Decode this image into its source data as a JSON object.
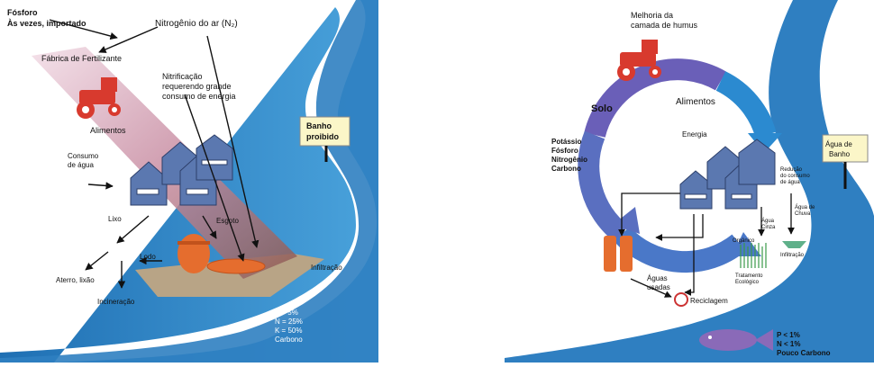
{
  "left": {
    "source_line1": "Fósforo",
    "source_line2": "Às vezes, importado",
    "nitrogen_air": "Nitrogênio do ar (N₂)",
    "fertilizer_factory": "Fábrica de Fertilizante",
    "nitrification_line1": "Nitrificação",
    "nitrification_line2": "requerendo grande",
    "nitrification_line3": "consumo de energia",
    "food": "Alimentos",
    "water_consumption_line1": "Consumo",
    "water_consumption_line2": "de água",
    "trash": "Lixo",
    "sewage": "Esgoto",
    "sludge": "Lodo",
    "landfill": "Aterro, lixão",
    "incineration": "Incineração",
    "infiltration": "Infiltração",
    "bathing_banned_line1": "Banho",
    "bathing_banned_line2": "proibido",
    "river_stats": [
      "P = 5%",
      "N = 25%",
      "K = 50%",
      "Carbono"
    ]
  },
  "right": {
    "humus_line1": "Melhoria da",
    "humus_line2": "camada de humus",
    "soil": "Solo",
    "food": "Alimentos",
    "energy": "Energia",
    "nutrients": [
      "Potássio",
      "Fósforo",
      "Nitrogênio",
      "Carbono"
    ],
    "bathing_water_line1": "Água de",
    "bathing_water_line2": "Banho",
    "reduced_water_line1": "Redução",
    "reduced_water_line2": "do consumo",
    "reduced_water_line3": "de água",
    "rain_water_line1": "Água de",
    "rain_water_line2": "Chuva",
    "grey_water_line1": "Água",
    "grey_water_line2": "Cinza",
    "organic": "Orgânico",
    "infiltration": "Infiltração",
    "eco_treatment_line1": "Tratamento",
    "eco_treatment_line2": "Ecológico",
    "waste_water_line1": "Águas",
    "waste_water_line2": "usadas",
    "recycling": "Reciclagem",
    "river_stats": [
      "P < 1%",
      "N < 1%",
      "Pouco Carbono"
    ]
  },
  "colors": {
    "river": "#2f7fc1",
    "cycle": "#5a5fb8",
    "tractor": "#d83a2e",
    "houses": "#5b78b0",
    "cylinders": "#e56d2e",
    "ground": "#b09a7a",
    "sign": "#fbf6c8"
  }
}
